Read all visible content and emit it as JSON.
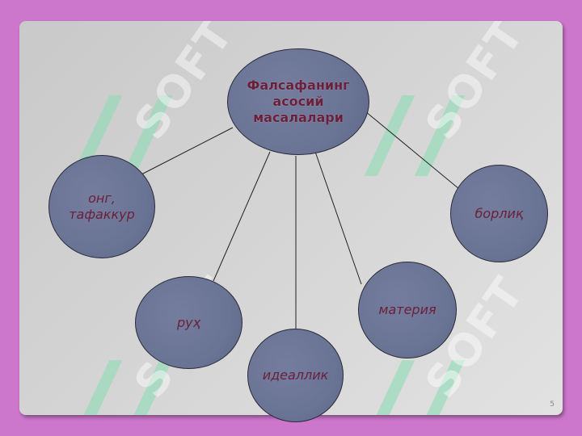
{
  "central_topic": "Фалсафанинг\nасосий\nмасалалари",
  "nodes": {
    "ong": "онг,\nтафаккур",
    "borliq": "борлиқ",
    "ruh": "руҳ",
    "idealik": "идеаллик",
    "materiya": "материя"
  },
  "watermark_text": "SOFT",
  "page_number": "5",
  "colors": {
    "background": "#cc77cc",
    "node_fill": "#6a7494",
    "text": "#6b1f3a"
  }
}
